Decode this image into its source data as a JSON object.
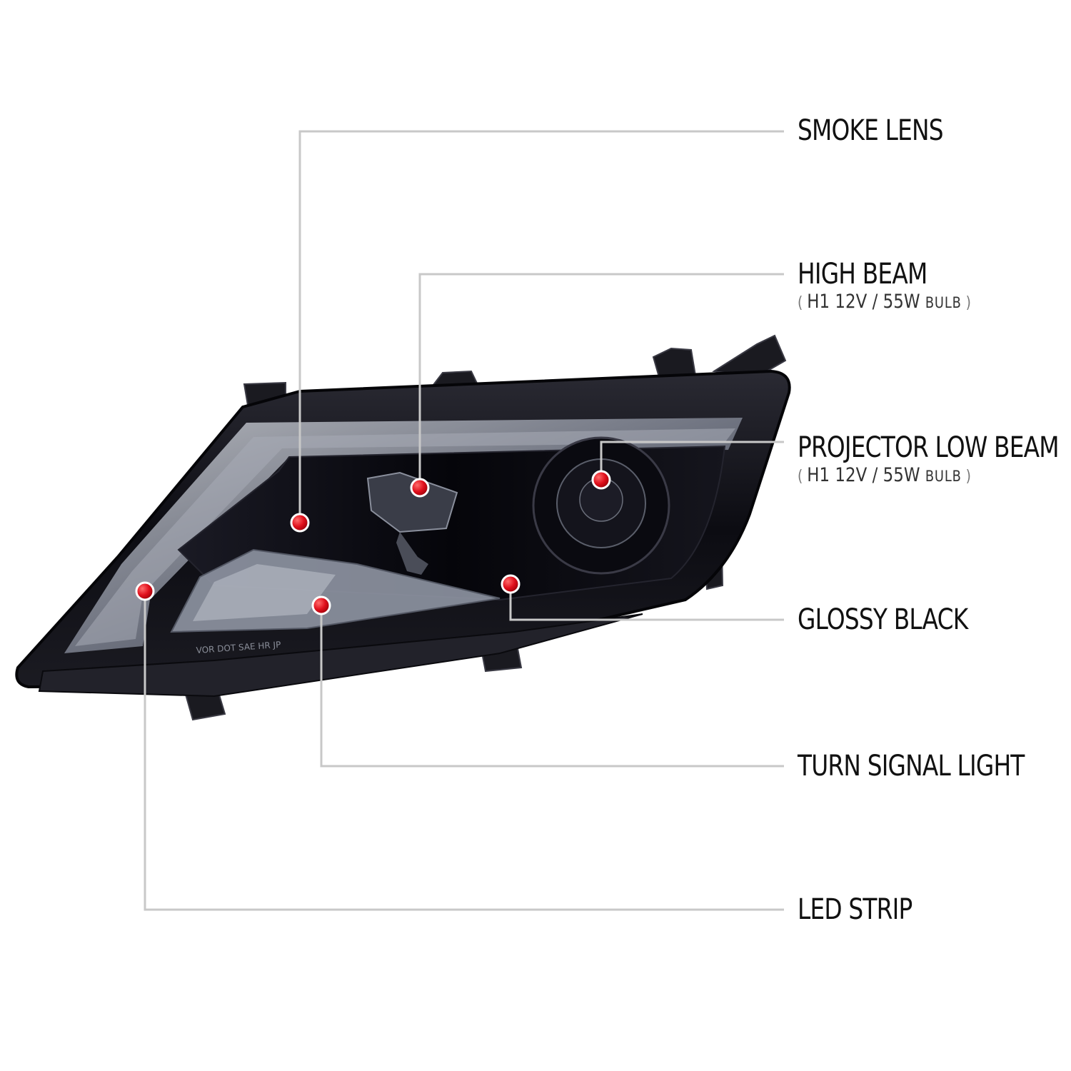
{
  "callouts": [
    {
      "id": "smoke-lens",
      "label": "SMOKE LENS",
      "sub": null
    },
    {
      "id": "high-beam",
      "label": "HIGH BEAM",
      "sub": {
        "bulb": "H1 12V / 55W",
        "suffix": "BULB"
      }
    },
    {
      "id": "projector-low-beam",
      "label": "PROJECTOR LOW BEAM",
      "sub": {
        "bulb": "H1 12V / 55W",
        "suffix": "BULB"
      }
    },
    {
      "id": "glossy-black",
      "label": "GLOSSY BLACK",
      "sub": null
    },
    {
      "id": "turn-signal-light",
      "label": "TURN SIGNAL LIGHT",
      "sub": null
    },
    {
      "id": "led-strip",
      "label": "LED STRIP",
      "sub": null
    }
  ],
  "markings": {
    "lens_text": "VOR DOT SAE HR JP"
  },
  "colors": {
    "callout_line": "#c8c8c8",
    "marker": "#e0101c",
    "housing": "#121219",
    "text": "#111111"
  }
}
